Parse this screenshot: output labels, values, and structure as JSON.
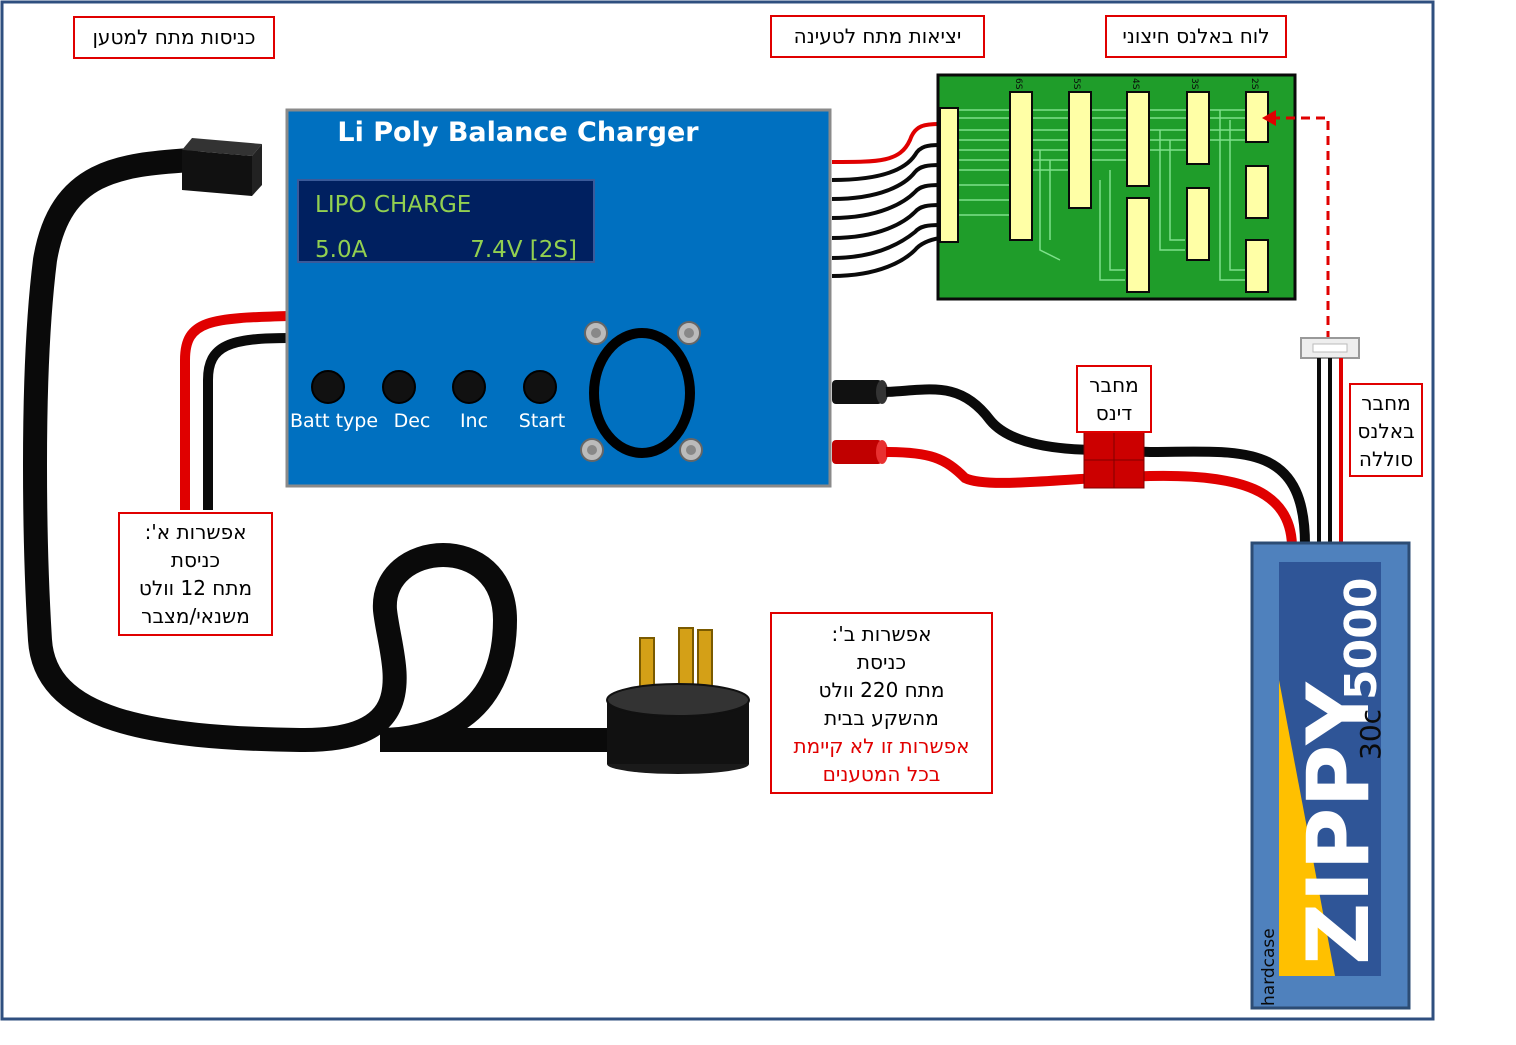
{
  "charger": {
    "title": "Li Poly Balance Charger",
    "display_line1": "LIPO  CHARGE",
    "display_current": "5.0A",
    "display_voltage": "7.4V [2S]",
    "buttons": [
      "Batt type",
      "Dec",
      "Inc",
      "Start"
    ]
  },
  "labels": {
    "input_power": "כניסות מתח למטען",
    "charge_outputs": "יציאות מתח לטעינה",
    "external_balance": "לוח באלנס חיצוני",
    "deans_connector": [
      "מחבר",
      "דינס"
    ],
    "balance_connector": [
      "מחבר",
      "באלנס",
      "סוללה"
    ],
    "option_a": [
      "אפשרות א':",
      "כניסת",
      "מתח 12 וולט",
      "משנאי/מצבר"
    ],
    "option_b": [
      "אפשרות ב':",
      "כניסת",
      "מתח 220 וולט",
      "מהשקע בבית"
    ],
    "option_b_note": [
      "אפשרות זו לא קיימת",
      "בכל המטענים"
    ]
  },
  "balance_board": {
    "slot_labels": [
      "6S",
      "5S",
      "4S",
      "3S",
      "2S"
    ]
  },
  "battery": {
    "brand": "ZIPPY",
    "capacity": "5000",
    "rating": "30c",
    "case": "hardcase"
  },
  "colors": {
    "frame": "#2f4f7f",
    "charger_body": "#0070c0",
    "display_bg": "#002060",
    "display_text": "#92d050",
    "board_green": "#1f9d2a",
    "label_border": "#e00000",
    "battery_body": "#4f81bd",
    "battery_stripe": "#ffc000"
  }
}
